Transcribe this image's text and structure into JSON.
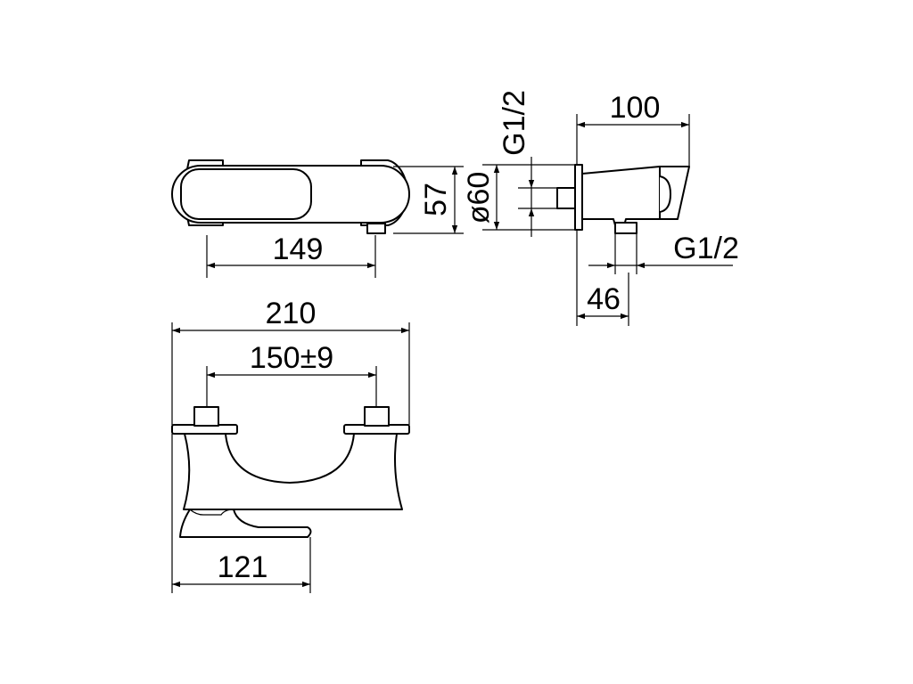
{
  "dimensions": {
    "top_view_length": "149",
    "top_view_height": "57",
    "side_view_diameter": "ø60",
    "side_view_depth": "100",
    "side_view_inlet_thread": "G1/2",
    "side_view_outlet_thread": "G1/2",
    "side_view_offset": "46",
    "front_view_width": "210",
    "front_view_centers": "150±9",
    "front_view_spout": "121"
  }
}
